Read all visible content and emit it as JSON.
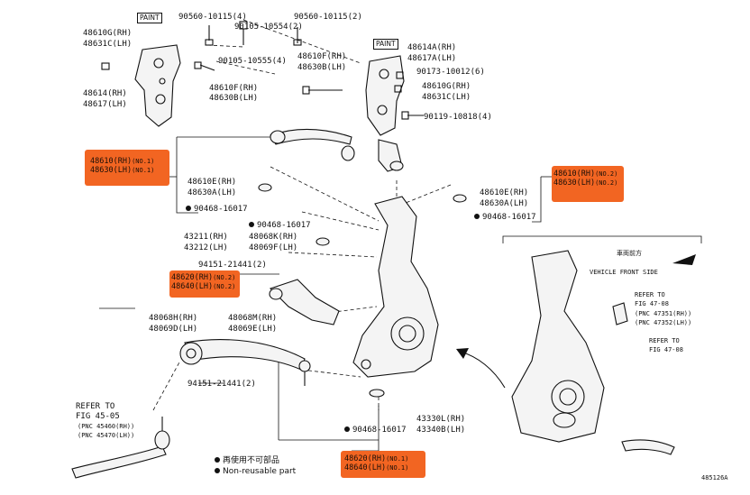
{
  "labels": {
    "paint": "PAINT",
    "p48610g": "48610G(RH)",
    "p48631c": "48631C(LH)",
    "p90560_4": "90560-10115(4)",
    "p90105_10554": "90105-10554(2)",
    "p90560_2": "90560-10115(2)",
    "p90105_10555": "90105-10555(4)",
    "p48614": "48614(RH)",
    "p48617": "48617(LH)",
    "p48610f_l": "48610F(RH)",
    "p48630b_l": "48630B(LH)",
    "p48614a": "48614A(RH)",
    "p48617a": "48617A(LH)",
    "p48610f_c": "48610F(RH)",
    "p48630b_c": "48630B(LH)",
    "p90173": "90173-10012(6)",
    "p48610g_r": "48610G(RH)",
    "p48631c_r": "48631C(LH)",
    "p90119": "90119-10818(4)",
    "p48610e_l": "48610E(RH)",
    "p48630a_l": "48630A(LH)",
    "p90468_16017_a": "90468-16017",
    "p90468_16017_b": "90468-16017",
    "p48610e_r": "48610E(RH)",
    "p48630a_r": "48630A(LH)",
    "p90468_16017_c": "90468-16017",
    "p43211": "43211(RH)",
    "p43212": "43212(LH)",
    "p48068k": "48068K(RH)",
    "p48069f": "48069F(LH)",
    "p94151_a": "94151-21441(2)",
    "p48068h": "48068H(RH)",
    "p48069d": "48069D(LH)",
    "p48068m": "48068M(RH)",
    "p48069e": "48069E(LH)",
    "p94151_b": "94151-21441(2)",
    "refer_1": "REFER TO",
    "fig_45_05": "FIG 45-05",
    "pnc_45460": "(PNC 45460(RH))",
    "pnc_45470": "(PNC 45470(LH))",
    "p90468_16017_d": "90468-16017",
    "p43330l": "43330L(RH)",
    "p43340b": "43340B(LH)",
    "legend_jp": "再使用不可部品",
    "legend_en": "Non-reusable part",
    "vehicle_jp": "車両前方",
    "vehicle_en": "VEHICLE FRONT SIDE",
    "refer_2": "REFER TO",
    "fig_47_08_a": "FIG 47-08",
    "pnc_47351": "(PNC 47351(RH))",
    "pnc_47352": "(PNC 47352(LH))",
    "refer_3": "REFER TO",
    "fig_47_08_b": "FIG 47-08",
    "fig_no": "485126A"
  },
  "highlights": {
    "h1_rh": "48610(RH)",
    "h1_rh_no": "(NO.1)",
    "h1_lh": "48630(LH)",
    "h1_lh_no": "(NO.1)",
    "h2_rh": "48610(RH)",
    "h2_rh_no": "(NO.2)",
    "h2_lh": "48630(LH)",
    "h2_lh_no": "(NO.2)",
    "h3_rh": "48620(RH)",
    "h3_rh_no": "(NO.2)",
    "h3_lh": "48640(LH)",
    "h3_lh_no": "(NO.2)",
    "h4_rh": "48620(RH)",
    "h4_rh_no": "(NO.1)",
    "h4_lh": "48640(LH)",
    "h4_lh_no": "(NO.1)"
  },
  "colors": {
    "highlight": "#f26522",
    "ink": "#111111"
  }
}
